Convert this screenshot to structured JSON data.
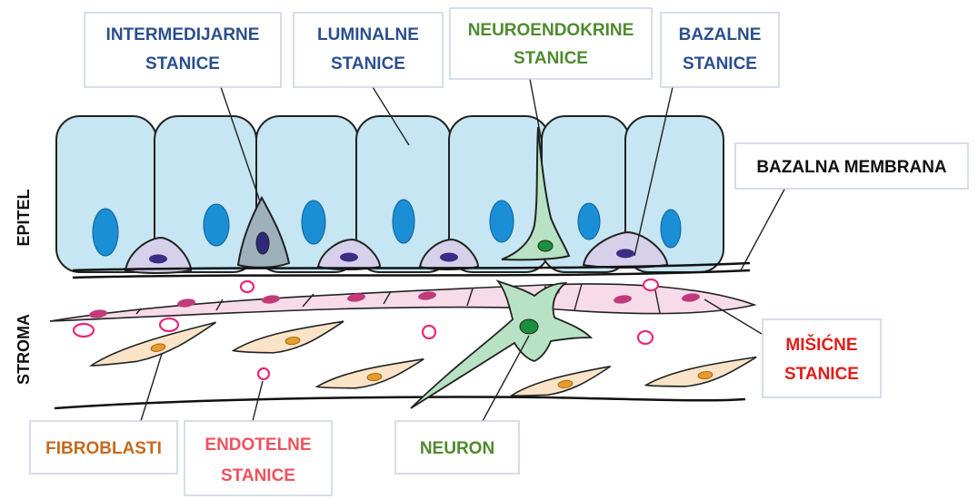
{
  "colors": {
    "blue_label": "#2b4f8e",
    "green_label": "#4f8a2e",
    "black_label": "#111111",
    "red_label": "#e31b1b",
    "orange_label": "#c46a1e",
    "pink_label": "#f0515e",
    "luminal_fill": "#c5e6f2",
    "luminal_nucleus": "#1b8fd6",
    "basal_fill": "#d6d0ea",
    "basal_nucleus": "#3a2d86",
    "intermediate_fill": "#9fb0bd",
    "neuro_fill": "#b7e2c4",
    "neuro_nucleus": "#1c8f3c",
    "muscle_fill": "#f7dbe8",
    "muscle_nucleus": "#c13a7a",
    "fibroblast_fill": "#fbe3c7",
    "fibroblast_nucleus": "#e79b2a",
    "endothelial_ring": "#e8287a"
  },
  "labels": {
    "intermediate": [
      "INTERMEDIJARNE",
      "STANICE"
    ],
    "luminal": [
      "LUMINALNE",
      "STANICE"
    ],
    "neuroendocrine": [
      "NEUROENDOKRINE",
      "STANICE"
    ],
    "basal": [
      "BAZALNE",
      "STANICE"
    ],
    "basal_membrane": [
      "BAZALNA MEMBRANA"
    ],
    "muscle": [
      "MIŠIĆNE",
      "STANICE"
    ],
    "fibroblasts": [
      "FIBROBLASTI"
    ],
    "endothelial": [
      "ENDOTELNE",
      "STANICE"
    ],
    "neuron": [
      "NEURON"
    ]
  },
  "side_labels": {
    "epithelium": "EPITEL",
    "stroma": "STROMA"
  }
}
